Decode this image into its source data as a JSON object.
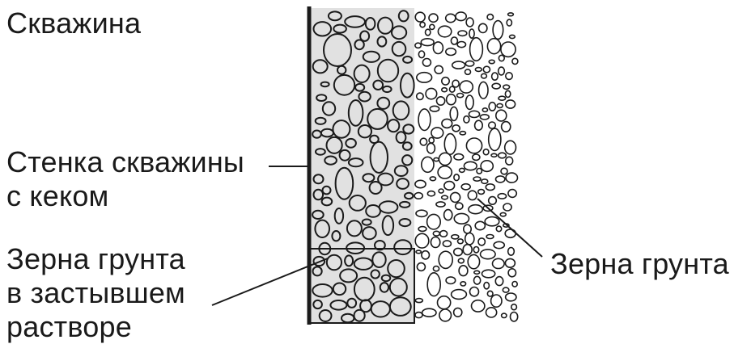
{
  "labels": {
    "well": "Скважина",
    "wall_line1": "Стенка скважины",
    "wall_line2": "с кеком",
    "trapped_line1": "Зерна грунта",
    "trapped_line2": "в застывшем",
    "trapped_line3": "растворе",
    "soil_grains": "Зерна грунта"
  },
  "colors": {
    "cake_fill": "#e1e1e1",
    "outline": "#1a1a1a",
    "background": "#ffffff"
  }
}
